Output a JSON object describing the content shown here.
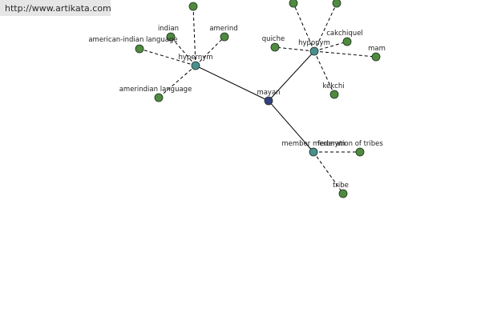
{
  "watermark": {
    "url": "http://www.artikata.com"
  },
  "colors": {
    "center": "#34417e",
    "hub": "#4a8f8f",
    "leaf": "#4f8b3f",
    "stroke": "#1f2f1f"
  },
  "graph": {
    "nodes": [
      {
        "id": "mayan",
        "label": "mayan",
        "kind": "center"
      },
      {
        "id": "hypernym",
        "label": "hypernym",
        "kind": "hub"
      },
      {
        "id": "hyponym",
        "label": "hyponym",
        "kind": "hub"
      },
      {
        "id": "member-meronym",
        "label": "member meronym",
        "kind": "hub"
      },
      {
        "id": "indian",
        "label": "indian",
        "kind": "leaf"
      },
      {
        "id": "amerind",
        "label": "amerind",
        "kind": "leaf"
      },
      {
        "id": "american-indian-language",
        "label": "american-indian language",
        "kind": "leaf"
      },
      {
        "id": "amerindian-language",
        "label": "amerindian language",
        "kind": "leaf"
      },
      {
        "id": "hypernym-top",
        "label": "",
        "kind": "leaf"
      },
      {
        "id": "quiche",
        "label": "quiche",
        "kind": "leaf"
      },
      {
        "id": "cakchiquel",
        "label": "cakchiquel",
        "kind": "leaf"
      },
      {
        "id": "mam",
        "label": "mam",
        "kind": "leaf"
      },
      {
        "id": "kekchi",
        "label": "kekchi",
        "kind": "leaf"
      },
      {
        "id": "hyponym-top-left",
        "label": "",
        "kind": "leaf"
      },
      {
        "id": "hyponym-top-right",
        "label": "",
        "kind": "leaf"
      },
      {
        "id": "federation-of-tribes",
        "label": "federation of tribes",
        "kind": "leaf"
      },
      {
        "id": "tribe",
        "label": "tribe",
        "kind": "leaf"
      }
    ],
    "edges": [
      {
        "from": "mayan",
        "to": "hypernym",
        "style": "solid"
      },
      {
        "from": "mayan",
        "to": "hyponym",
        "style": "solid"
      },
      {
        "from": "mayan",
        "to": "member-meronym",
        "style": "solid"
      },
      {
        "from": "hypernym",
        "to": "indian",
        "style": "dashed"
      },
      {
        "from": "hypernym",
        "to": "amerind",
        "style": "dashed"
      },
      {
        "from": "hypernym",
        "to": "american-indian-language",
        "style": "dashed"
      },
      {
        "from": "hypernym",
        "to": "amerindian-language",
        "style": "dashed"
      },
      {
        "from": "hypernym",
        "to": "hypernym-top",
        "style": "dashed"
      },
      {
        "from": "hyponym",
        "to": "quiche",
        "style": "dashed"
      },
      {
        "from": "hyponym",
        "to": "cakchiquel",
        "style": "dashed"
      },
      {
        "from": "hyponym",
        "to": "mam",
        "style": "dashed"
      },
      {
        "from": "hyponym",
        "to": "kekchi",
        "style": "dashed"
      },
      {
        "from": "hyponym",
        "to": "hyponym-top-left",
        "style": "dashed"
      },
      {
        "from": "hyponym",
        "to": "hyponym-top-right",
        "style": "dashed"
      },
      {
        "from": "member-meronym",
        "to": "federation-of-tribes",
        "style": "dashed"
      },
      {
        "from": "member-meronym",
        "to": "tribe",
        "style": "dashed"
      }
    ]
  }
}
